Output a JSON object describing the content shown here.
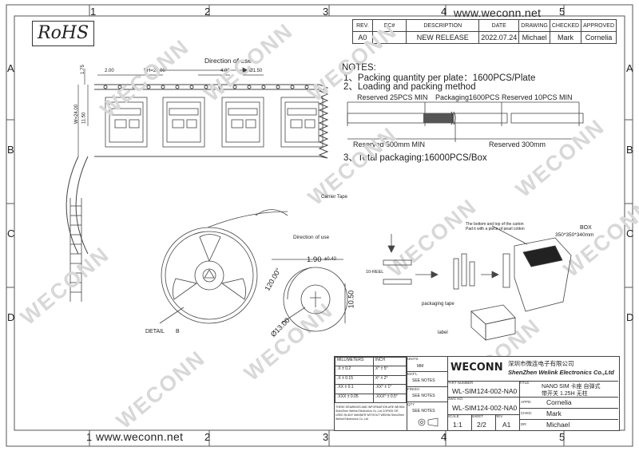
{
  "header": {
    "rohs": "RoHS",
    "website_top": "www.weconn.net",
    "website_bottom": "www.weconn.net"
  },
  "zones": {
    "columns": [
      "1",
      "2",
      "3",
      "4",
      "5"
    ],
    "rows": [
      "A",
      "B",
      "C",
      "D"
    ]
  },
  "revision_table": {
    "headers": [
      "REV.",
      "EC#",
      "DESCRIPTION",
      "DATE",
      "DRAWING",
      "CHECKED",
      "APPROVED"
    ],
    "row": [
      "A0",
      "",
      "NEW RELEASE",
      "2022.07.24",
      "Michael",
      "Mark",
      "Cornelia"
    ]
  },
  "tape_drawing": {
    "direction_label": "Direction of use",
    "dim_pitch": "PH=20.00",
    "dim_2": "2.00",
    "dim_4": "4.00",
    "dim_hole": "Ø1.50",
    "dim_175": "1.75",
    "dim_width": "W=24.00",
    "dim_1150": "11.50"
  },
  "notes": {
    "title": "NOTES:",
    "n1": "1、Packing quantity per plate：1600PCS/Plate",
    "n2": "2、Loading and packing method",
    "reserved_25": "Reserved 25PCS MIN",
    "packaging_1600": "Packaging1600PCS",
    "reserved_10": "Reserved 10PCS MIN",
    "reserved_500": "Reserved 500mm MIN",
    "reserved_300": "Reserved 300mm",
    "n3": "3、Total packaging:16000PCS/Box"
  },
  "reel": {
    "carrier_tape": "Carrier Tape",
    "direction": "Direction of use",
    "detail": "DETAIL",
    "detail_id": "B",
    "dim_190": "1.90",
    "dim_040": "±0.40",
    "dim_1050": "10.50",
    "dim_120": "120.00°",
    "dim_13": "Ø13.00"
  },
  "packaging": {
    "reel_label": "10-REEL",
    "carton_note1": "The bottom and top of the carton",
    "carton_note2": "Pad it with a piece of pearl cotton",
    "box": "BOX",
    "box_size": "350*350*340mm",
    "packaging_tape": "packaging tape",
    "label": "label"
  },
  "watermark": "WECONN",
  "title_block": {
    "mm_label": "MILLIMETERS",
    "inch_label": "INCH",
    "tol": [
      [
        ".X",
        "± 0.2",
        "X°",
        "± 5°"
      ],
      [
        ".X",
        "± 0.15",
        "X°",
        "± 2°"
      ],
      [
        ".XX",
        "± 0.1",
        ".XX°",
        "± 1°"
      ],
      [
        ".XXX",
        "± 0.05",
        ".XXX°",
        "± 0.5°"
      ]
    ],
    "confidential": "THESE DRAWINGS AND INFORMATION ARE WEIHAI ShenZhen Welink Electronics Co.,Ltd COPIED OR USED IN ANY MANNER WITHOUT WEIHAI ShenZhen Welink Electronics Co.,Ltd",
    "units_label": "UNITS",
    "units": "MM",
    "matl_label": "MAT'L",
    "matl": "SEE NOTES",
    "finish_label": "FINISH",
    "finish": "SEE NOTES",
    "qty_label": "QTY",
    "qty": "SEE NOTES",
    "company_logo": "WECONN",
    "company_cn": "深圳市微连电子有限公司",
    "company_en": "ShenZhen Welink Electronics Co.,Ltd",
    "part_label": "PART NUMBER",
    "part_number": "WL-SIM124-002-NA0",
    "title_label": "TITLE:",
    "title_line1": "NANO SIM 卡座 自弹式",
    "title_line2": "带开关 1.25H 无柱",
    "dwg_label": "DWG NO.",
    "dwg_number": "WL-SIM124-002-NA0",
    "scale_label": "SCALE",
    "scale": "1:1",
    "sheet_label": "SHEET",
    "sheet": "2/2",
    "rev_label": "REV",
    "rev": "A1",
    "appd_label": "APPD:",
    "appd": "Cornelia",
    "chkd_label": "CHKD:",
    "chkd": "Mark",
    "dr_label": "DR:",
    "dr": "Michael"
  }
}
